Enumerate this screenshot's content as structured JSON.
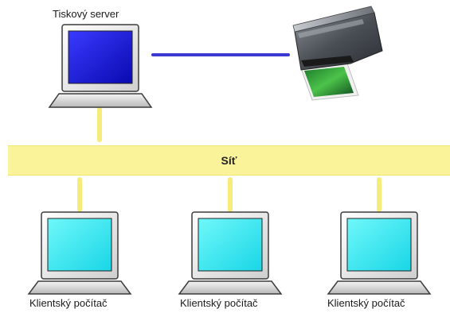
{
  "server": {
    "label": "Tiskový server"
  },
  "network": {
    "label": "Síť",
    "color": "#fbf39a"
  },
  "clients": [
    {
      "label": "Klientský počítač"
    },
    {
      "label": "Klientský počítač"
    },
    {
      "label": "Klientský počítač"
    }
  ],
  "connection_colors": {
    "server_to_printer": "#3a3ad0",
    "drop_line": "#f7ec7a"
  },
  "screen_colors": {
    "server": "#1f1fe0",
    "client": "#2ff0f4"
  }
}
